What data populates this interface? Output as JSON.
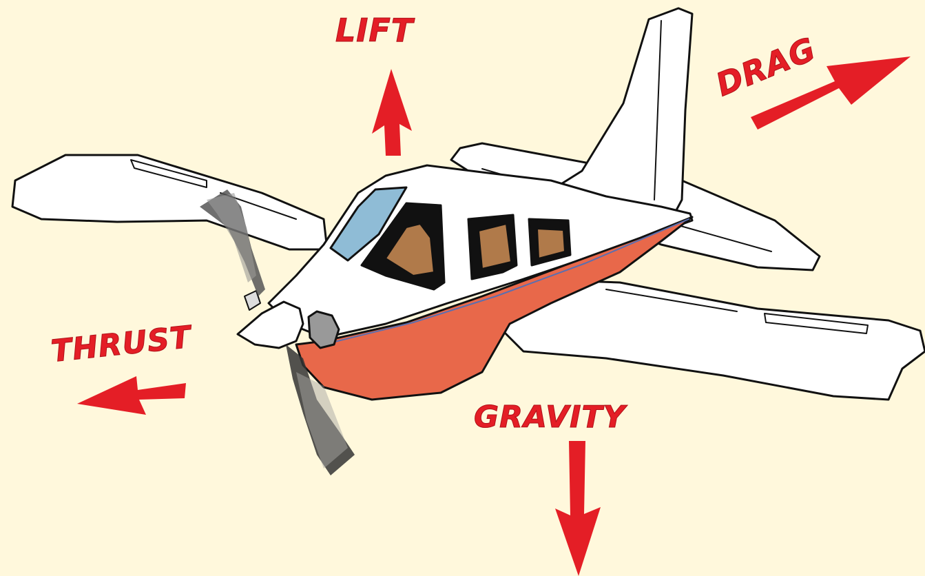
{
  "forces": {
    "lift": "LIFT",
    "drag": "DRAG",
    "thrust": "THRUST",
    "gravity": "GRAVITY"
  },
  "colors": {
    "background": "#fff8dc",
    "arrow": "#e41e26",
    "fuselage_trim": "#e8684a",
    "aircraft_body": "#ffffff",
    "outline": "#111111",
    "seats": "#b07a4a",
    "windshield": "#8fbcd6"
  }
}
